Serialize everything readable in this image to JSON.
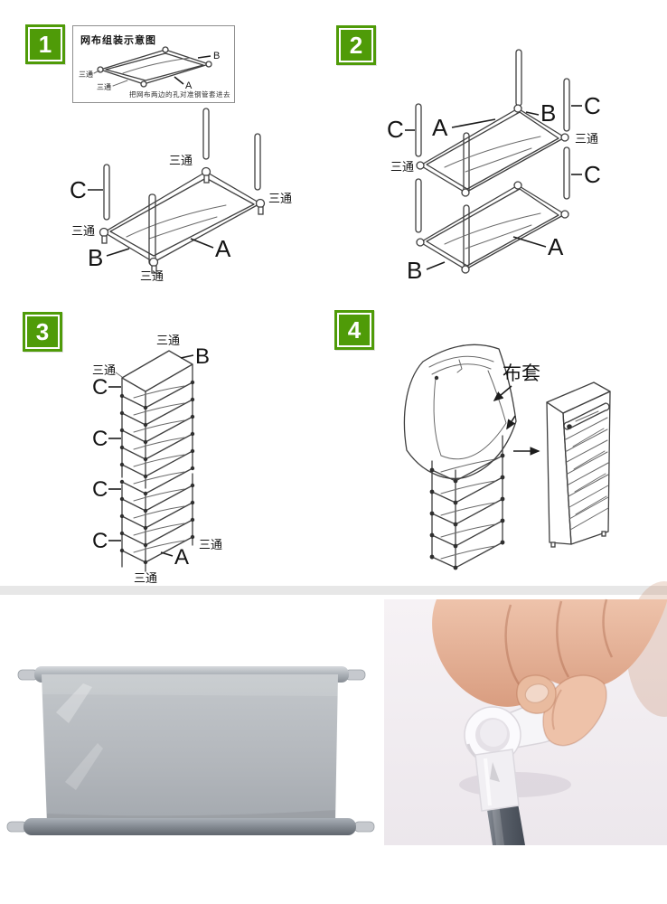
{
  "colors": {
    "badge_green": "#4f9b08",
    "diagram_line": "#3f3f3f",
    "divider_gray": "#e7e7e7",
    "fabric_gray": "#b4b8bd",
    "tube_dark_gray": "#6a7077",
    "skin_tone": "#e8b79e",
    "right_photo_bg": "#f2eef2"
  },
  "steps": [
    {
      "number": "1"
    },
    {
      "number": "2"
    },
    {
      "number": "3"
    },
    {
      "number": "4"
    }
  ],
  "labels": {
    "a": "A",
    "b": "B",
    "c": "C",
    "connector": "三通",
    "cover": "布套"
  },
  "inset": {
    "title": "网布组装示意图",
    "caption": "把网布两边的孔对准钢管套进去"
  },
  "photos": {
    "left": "gray-fabric-shelf-panel-with-tubes",
    "right": "hand-holding-three-way-connector-on-tube"
  }
}
